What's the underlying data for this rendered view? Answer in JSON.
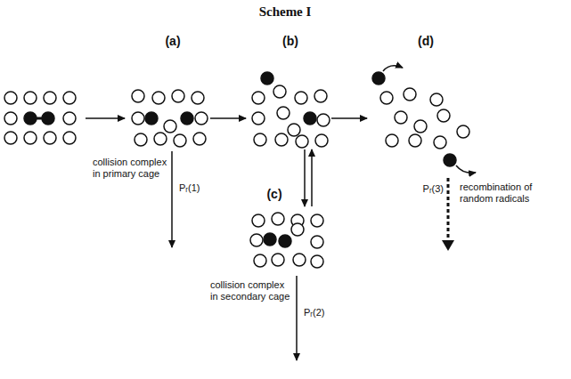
{
  "diagram": {
    "title": "Scheme I",
    "labels": [
      "(a)",
      "(b)",
      "(d)",
      "(c)",
      "collision complex in primary cage",
      "Pᵣ(1)",
      "collision complex in secondary cage",
      "Pᵣ(2)",
      "Pᵣ(3)",
      "recombination of random radicals"
    ]
  }
}
